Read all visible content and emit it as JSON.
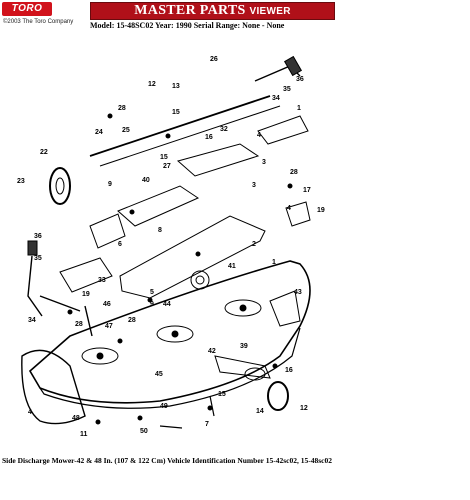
{
  "header": {
    "logo_text": "TORO",
    "copyright": "©2003 The Toro Company",
    "title_main": "MASTER PARTS",
    "title_sub": "VIEWER",
    "model_line": "Model: 15-48SC02  Year: 1990  Serial Range: None - None"
  },
  "diagram": {
    "callouts": [
      "26",
      "36",
      "12",
      "13",
      "35",
      "34",
      "28",
      "1",
      "15",
      "32",
      "24",
      "25",
      "16",
      "4",
      "22",
      "15",
      "27",
      "3",
      "23",
      "40",
      "9",
      "3",
      "28",
      "17",
      "19",
      "4",
      "8",
      "36",
      "6",
      "2",
      "35",
      "41",
      "1",
      "33",
      "5",
      "43",
      "19",
      "9",
      "44",
      "46",
      "34",
      "28",
      "28",
      "47",
      "42",
      "39",
      "45",
      "16",
      "4",
      "48",
      "49",
      "14",
      "11",
      "50",
      "7",
      "15",
      "12"
    ],
    "accent_color": "#000000"
  },
  "caption": "Side Discharge Mower-42 & 48 In. (107 & 122 Cm) Vehicle Identification Number 15-42sc02, 15-48sc02"
}
